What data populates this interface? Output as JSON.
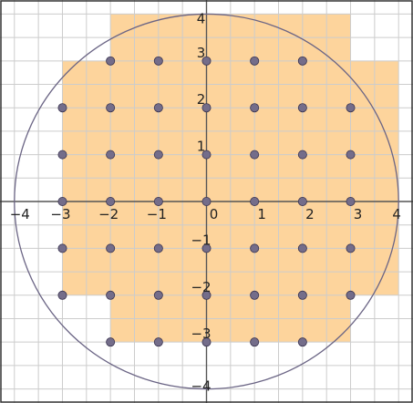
{
  "chart_data": {
    "type": "scatter",
    "xlim": [
      -4.3,
      4.3
    ],
    "ylim": [
      -4.3,
      4.3
    ],
    "grid": true,
    "grid_step": 0.5,
    "circle": {
      "center": [
        0,
        0
      ],
      "radius": 4
    },
    "shaded_columns": [
      {
        "x_from": -3,
        "x_to": -2,
        "y_from": -2,
        "y_to": 3
      },
      {
        "x_from": -2,
        "x_to": 3,
        "y_from": -3,
        "y_to": 4
      },
      {
        "x_from": 3,
        "x_to": 4,
        "y_from": -2,
        "y_to": 3
      }
    ],
    "x_tick_labels": [
      {
        "value": -4,
        "label": "−4"
      },
      {
        "value": -3,
        "label": "−3"
      },
      {
        "value": -2,
        "label": "−2"
      },
      {
        "value": -1,
        "label": "−1"
      },
      {
        "value": 0,
        "label": "0"
      },
      {
        "value": 1,
        "label": "1"
      },
      {
        "value": 2,
        "label": "2"
      },
      {
        "value": 3,
        "label": "3"
      },
      {
        "value": 4,
        "label": "4"
      }
    ],
    "y_tick_labels": [
      {
        "value": 4,
        "label": "4"
      },
      {
        "value": 3,
        "label": "3"
      },
      {
        "value": 2,
        "label": "2"
      },
      {
        "value": 1,
        "label": "1"
      },
      {
        "value": -1,
        "label": "−1"
      },
      {
        "value": -2,
        "label": "−2"
      },
      {
        "value": -3,
        "label": "−3"
      },
      {
        "value": -4,
        "label": "−4"
      }
    ],
    "points": [
      [
        -2,
        3
      ],
      [
        -1,
        3
      ],
      [
        0,
        3
      ],
      [
        1,
        3
      ],
      [
        2,
        3
      ],
      [
        -3,
        2
      ],
      [
        -2,
        2
      ],
      [
        -1,
        2
      ],
      [
        0,
        2
      ],
      [
        1,
        2
      ],
      [
        2,
        2
      ],
      [
        3,
        2
      ],
      [
        -3,
        1
      ],
      [
        -2,
        1
      ],
      [
        -1,
        1
      ],
      [
        0,
        1
      ],
      [
        1,
        1
      ],
      [
        2,
        1
      ],
      [
        3,
        1
      ],
      [
        -3,
        0
      ],
      [
        -2,
        0
      ],
      [
        -1,
        0
      ],
      [
        0,
        0
      ],
      [
        1,
        0
      ],
      [
        2,
        0
      ],
      [
        3,
        0
      ],
      [
        -3,
        -1
      ],
      [
        -2,
        -1
      ],
      [
        -1,
        -1
      ],
      [
        0,
        -1
      ],
      [
        1,
        -1
      ],
      [
        2,
        -1
      ],
      [
        3,
        -1
      ],
      [
        -3,
        -2
      ],
      [
        -2,
        -2
      ],
      [
        -1,
        -2
      ],
      [
        0,
        -2
      ],
      [
        1,
        -2
      ],
      [
        2,
        -2
      ],
      [
        3,
        -2
      ],
      [
        -2,
        -3
      ],
      [
        -1,
        -3
      ],
      [
        0,
        -3
      ],
      [
        1,
        -3
      ],
      [
        2,
        -3
      ]
    ],
    "colors": {
      "shade": "#fdd49c",
      "grid": "#cccccc",
      "axis": "#555555",
      "circle": "#6b6585",
      "point_fill": "#746d8a",
      "point_stroke": "#3a3450",
      "frame": "#333333"
    }
  }
}
